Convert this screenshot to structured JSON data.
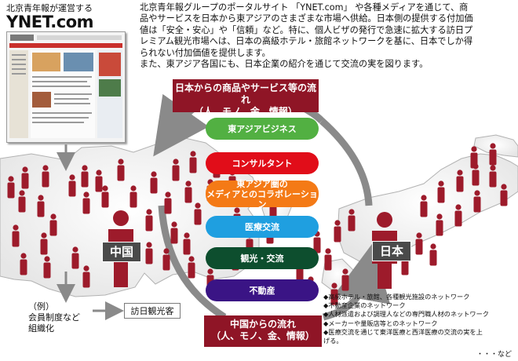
{
  "header": {
    "site_label": "北京青年報が運営する",
    "site_title": "YNET.com"
  },
  "intro": {
    "lines": [
      "北京青年報グループのポータルサイト 「YNET.com」 や各種メディアを通じて、商",
      "品やサービスを日本から東アジアのさまざまな市場へ供給。日本側の提供する付加価",
      "値は「安全・安心」や「信頼」など。特に、個人ビザの発行で急速に拡大する訪日プ",
      "レミアム観光市場へは、日本の高級ホテル・旅館ネットワークを基に、日本でしか得",
      "られない付加価値を提供します。",
      "また、東アジア各国にも、日本企業の紹介を通じて交流の実を図ります。"
    ]
  },
  "flows": {
    "top": {
      "line1": "日本からの商品やサービス等の流れ",
      "line2": "（人、モノ、金、情報）"
    },
    "bottom": {
      "line1": "中国からの流れ",
      "line2": "（人、モノ、金、情報）"
    }
  },
  "services": [
    {
      "line1": "東アジアビジネス",
      "line2": ""
    },
    {
      "line1": "コンサルタント",
      "line2": ""
    },
    {
      "line1": "東アジア圏の",
      "line2": "メディアとのコラボレーション"
    },
    {
      "line1": "医療交流",
      "line2": ""
    },
    {
      "line1": "観光・交流",
      "line2": ""
    },
    {
      "line1": "不動産",
      "line2": ""
    }
  ],
  "countries": {
    "china": "中国",
    "japan": "日本"
  },
  "example": {
    "line1": "（例）",
    "line2": "会員制度など",
    "line3": "組織化"
  },
  "visitor": "訪日観光客",
  "network": [
    "◆高級ホテル・旅館、各種観光施設のネットワーク",
    "◆不動産企業のネットワーク",
    "◆人材派遣および調理人などの専門職人材のネットワーク",
    "◆メーカーや量販店等とのネットワーク",
    "◆医療交流を通じて東洋医療と西洋医療の交流の実を上",
    "げる。"
  ],
  "more": "・・・など",
  "colors": {
    "flow": "#8f1526",
    "person": "#9d1b2b",
    "arrow": "#8a8a8a",
    "pill_green": "#52b042",
    "pill_red": "#e10d19",
    "pill_orange": "#f47a16",
    "pill_blue": "#1f9fe0",
    "pill_darkgreen": "#0d4e2e",
    "pill_purple": "#3a1485"
  }
}
